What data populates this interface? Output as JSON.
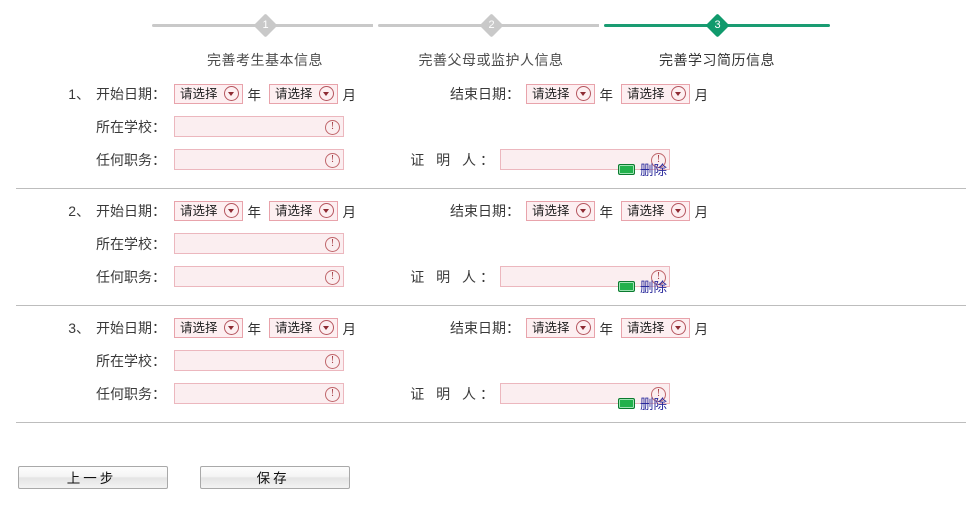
{
  "stepper": {
    "steps": [
      {
        "number": "1",
        "label": "完善考生基本信息",
        "active": false
      },
      {
        "number": "2",
        "label": "完善父母或监护人信息",
        "active": false
      },
      {
        "number": "3",
        "label": "完善学习简历信息",
        "active": true
      }
    ],
    "active_color": "#109a6c",
    "inactive_color": "#c9c9c9"
  },
  "labels": {
    "start_date": "开始日期：",
    "end_date": "结束日期：",
    "school": "所在学校：",
    "position": "任何职务：",
    "witness": "证 明 人：",
    "year_unit": "年",
    "month_unit": "月"
  },
  "select_placeholder": "请选择",
  "error_icon": "!",
  "delete": {
    "label": "删除",
    "icon": "delete-green-icon",
    "color": "#2a2a9c"
  },
  "entries": [
    {
      "index_label": "1、",
      "start_year": "请选择",
      "start_month": "请选择",
      "end_year": "请选择",
      "end_month": "请选择",
      "school": "",
      "position": "",
      "witness": ""
    },
    {
      "index_label": "2、",
      "start_year": "请选择",
      "start_month": "请选择",
      "end_year": "请选择",
      "end_month": "请选择",
      "school": "",
      "position": "",
      "witness": ""
    },
    {
      "index_label": "3、",
      "start_year": "请选择",
      "start_month": "请选择",
      "end_year": "请选择",
      "end_month": "请选择",
      "school": "",
      "position": "",
      "witness": ""
    }
  ],
  "footer": {
    "prev_label": "上一步",
    "save_label": "保存"
  }
}
